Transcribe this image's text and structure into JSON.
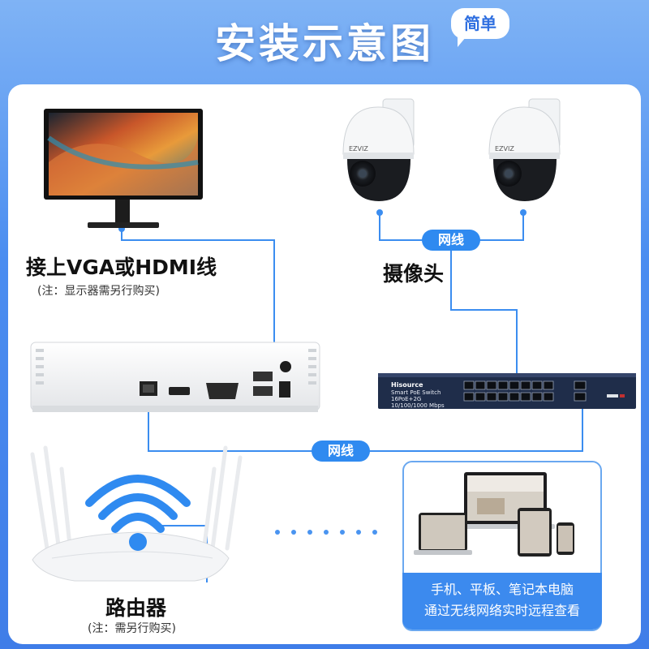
{
  "header": {
    "title": "安装示意图",
    "tag": "简单"
  },
  "monitor": {
    "label": "接上VGA或HDMI线",
    "note": "(注：显示器需另行购买)"
  },
  "cameras": {
    "label": "摄像头",
    "brand": "EZVIZ"
  },
  "links": {
    "camera_cable": "网线",
    "nvr_cable": "网线"
  },
  "switch": {
    "brand": "Hisource",
    "line1": "Smart PoE Switch",
    "line2": "16PoE+2G",
    "line3": "10/100/1000 Mbps"
  },
  "router": {
    "label": "路由器",
    "note": "(注：需另行购买)"
  },
  "devices": {
    "caption_line1": "手机、平板、笔记本电脑",
    "caption_line2": "通过无线网络实时远程查看"
  },
  "colors": {
    "background": "#4b8df0",
    "accent": "#2f8af0",
    "line": "#3b8df0"
  }
}
